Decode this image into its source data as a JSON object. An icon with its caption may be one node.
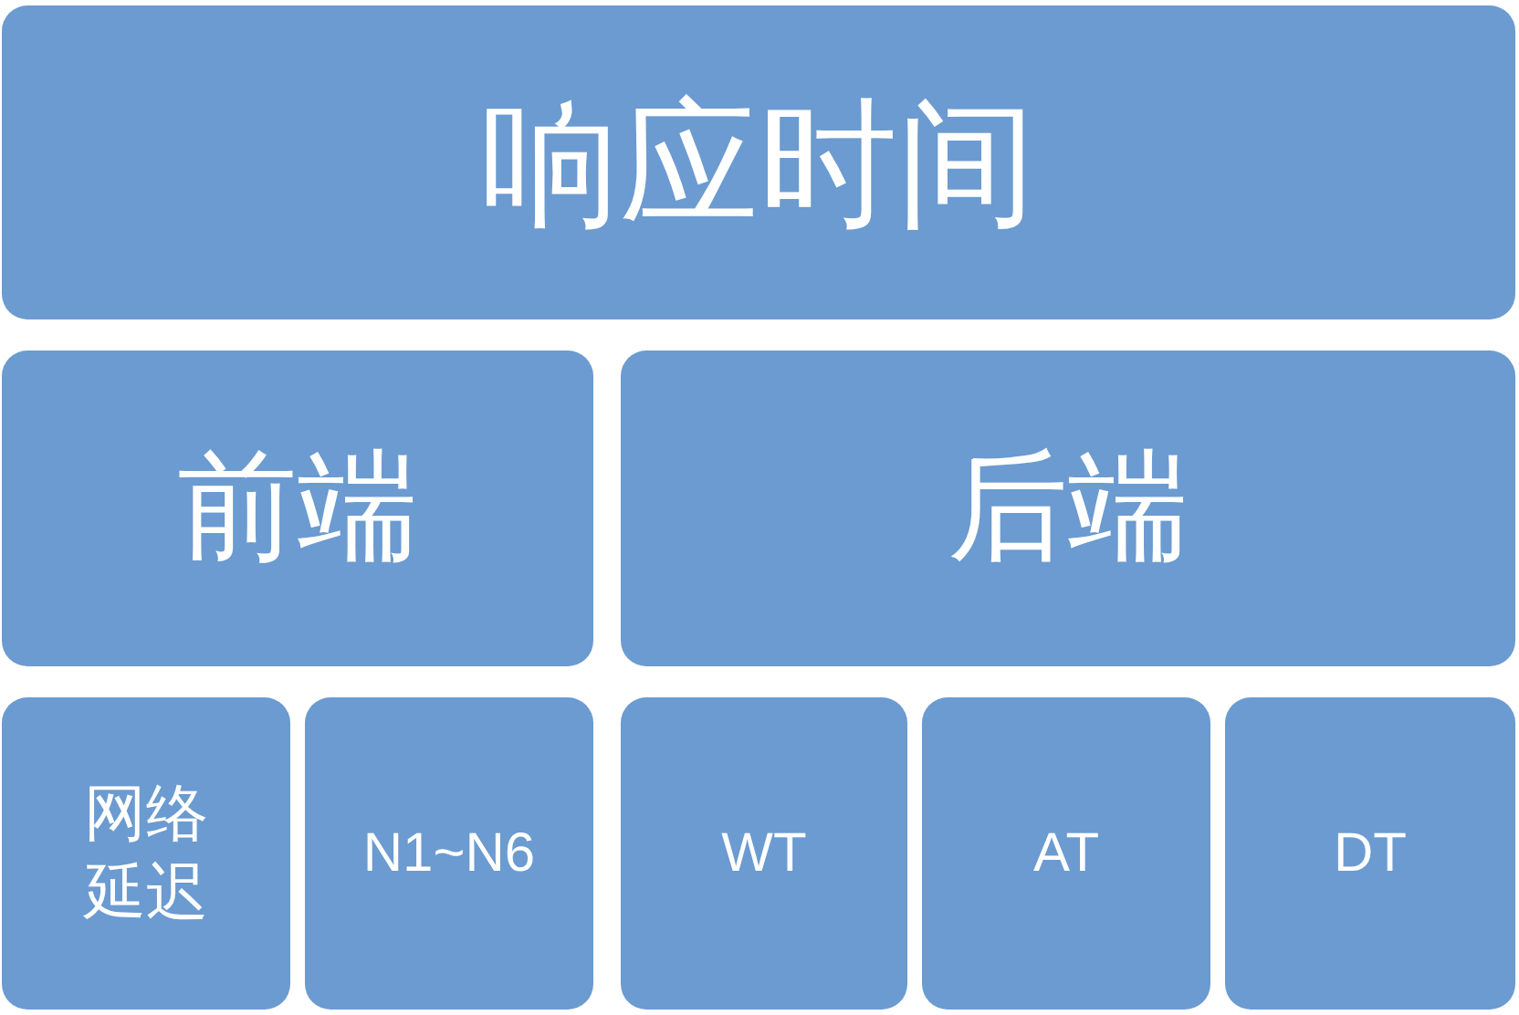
{
  "diagram": {
    "nodes": [
      {
        "text": [
          "响应时间"
        ]
      },
      {
        "text": [
          "前端"
        ]
      },
      {
        "text": [
          "后端"
        ]
      },
      {
        "text": [
          "网络延迟"
        ]
      },
      {
        "text": [
          "N1~N6"
        ]
      },
      {
        "text": [
          "WT"
        ]
      },
      {
        "text": [
          "AT"
        ]
      },
      {
        "text": [
          "DT"
        ]
      }
    ]
  }
}
